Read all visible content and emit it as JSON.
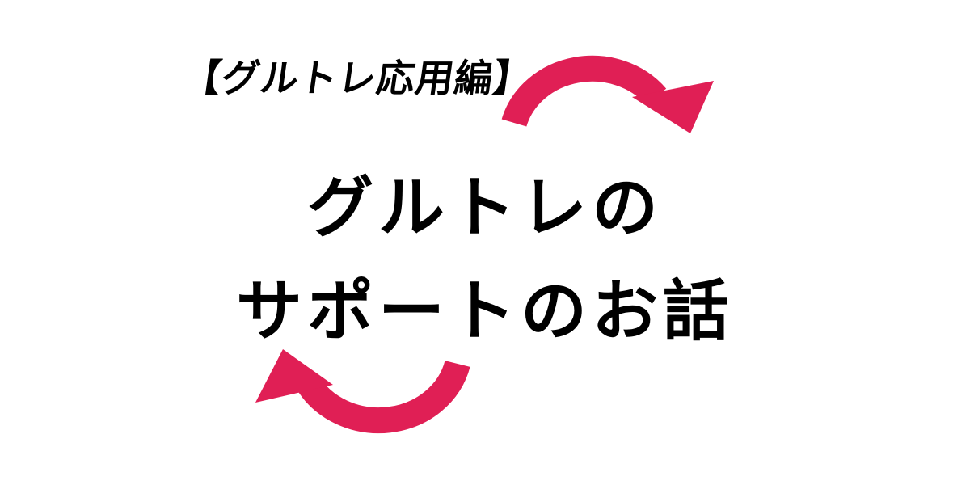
{
  "header": {
    "subtitle": "【グルトレ応用編】"
  },
  "title": {
    "line1": "グルトレの",
    "line2": "サポートのお話"
  },
  "icons": {
    "top_arrow": "curved-arrow-clockwise-right-icon",
    "bottom_arrow": "curved-arrow-clockwise-left-icon"
  },
  "colors": {
    "background": "#ffffff",
    "text": "#000000",
    "arrow": "#e01f55"
  }
}
